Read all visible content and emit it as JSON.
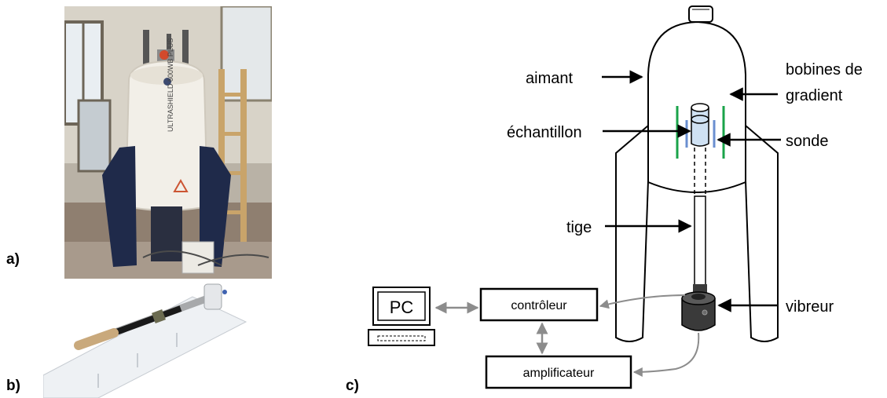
{
  "panels": {
    "a": "a)",
    "b": "b)",
    "c": "c)"
  },
  "photo_a": {
    "magnet_text": "ULTRASHIELD 600WB PLUS",
    "magnet_color": "#f2efe8",
    "leg_color": "#1f2a4a"
  },
  "photo_b": {
    "tube_color": "#c9a97c"
  },
  "diagram": {
    "labels": {
      "aimant": "aimant",
      "bobines_line1": "bobines de",
      "bobines_line2": "gradient",
      "echantillon": "échantillon",
      "sonde": "sonde",
      "tige": "tige",
      "vibreur": "vibreur"
    },
    "boxes": {
      "pc": "PC",
      "controleur": "contrôleur",
      "amplificateur": "amplificateur"
    },
    "colors": {
      "gradient_coil": "#1aa34a",
      "probe": "#6a8fd0",
      "cable": "#8c8c8c",
      "vibrator": "#3a3a3a"
    }
  }
}
